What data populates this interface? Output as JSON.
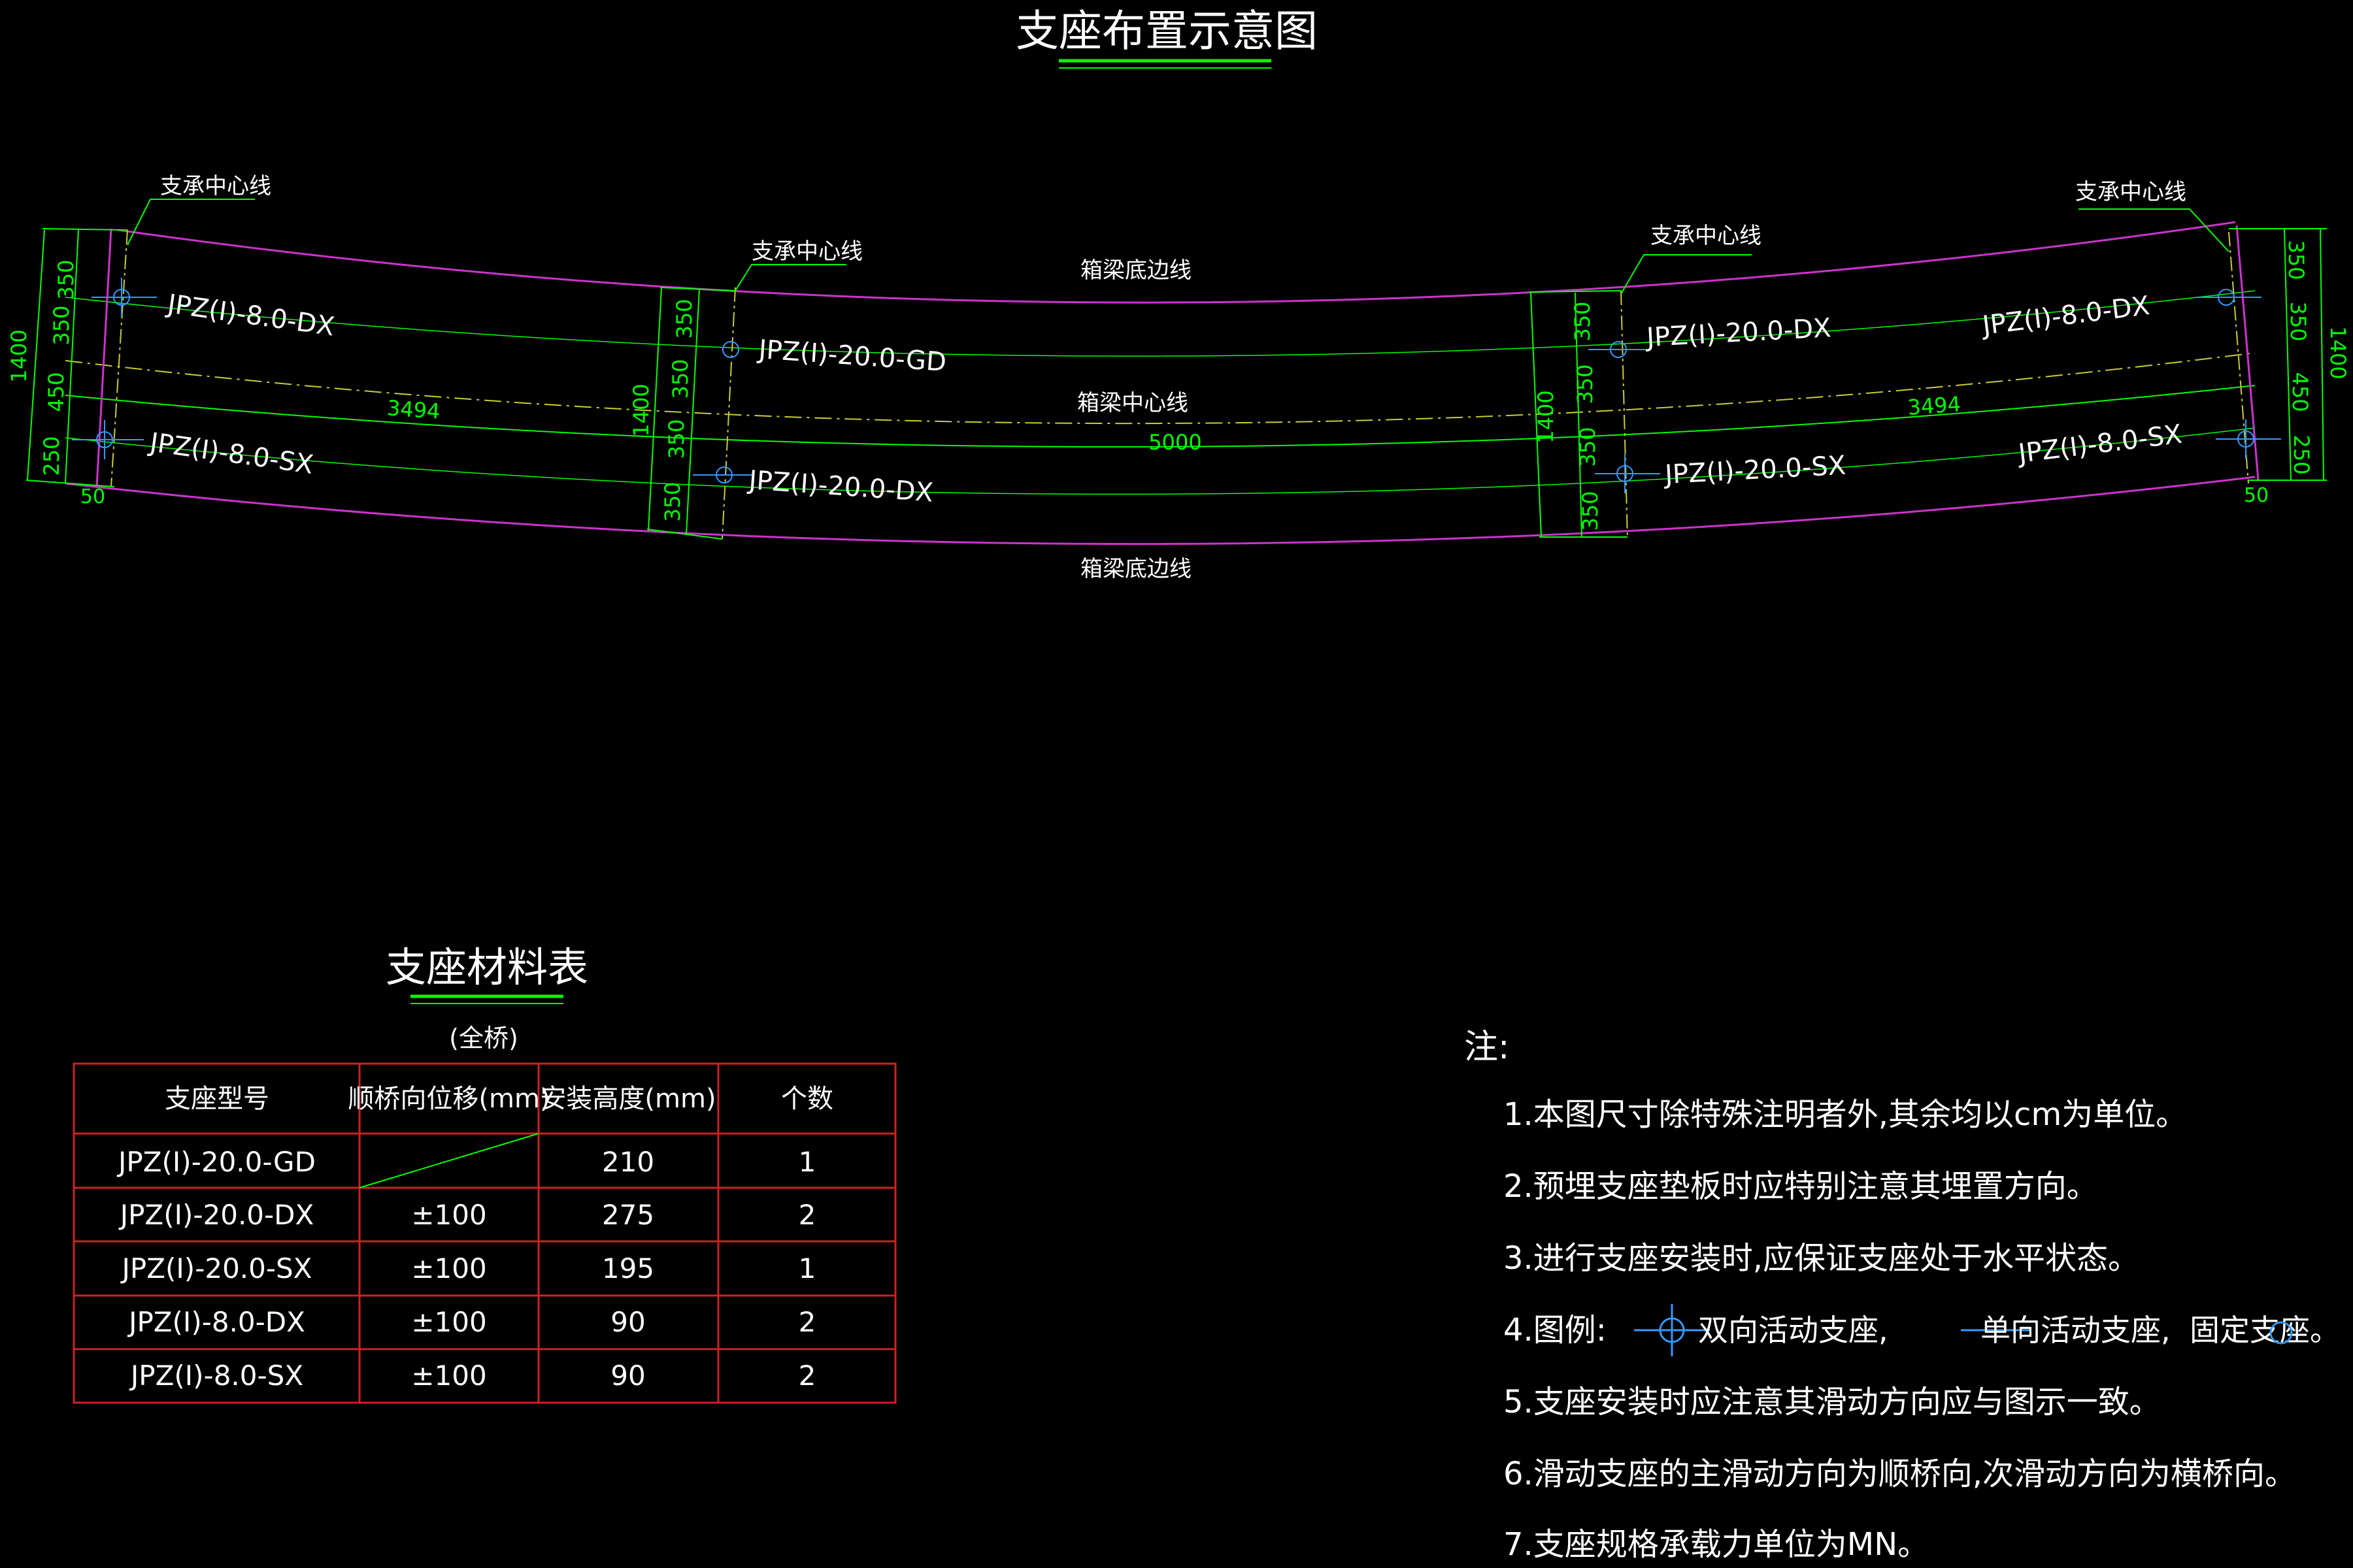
{
  "colors": {
    "background": "#000000",
    "text": "#ffffff",
    "underline": "#00ff00",
    "beam_edge": "#cc33cc",
    "centerline": "#cccc33",
    "dimension": "#00ff00",
    "table_border": "#cc2222",
    "symbol": "#3399ff"
  },
  "diagram": {
    "title": "支座布置示意图",
    "bearing_centerline_label": "支承中心线",
    "box_bottom_edge_label": "箱梁底边线",
    "box_centerline_label": "箱梁中心线",
    "bearings": {
      "left_top": "JPZ(I)-8.0-DX",
      "left_bottom": "JPZ(I)-8.0-SX",
      "mid1_top": "JPZ(I)-20.0-GD",
      "mid1_bottom": "JPZ(I)-20.0-DX",
      "mid2_top": "JPZ(I)-20.0-DX",
      "mid2_bottom": "JPZ(I)-20.0-SX",
      "right_top": "JPZ(I)-8.0-DX",
      "right_bottom": "JPZ(I)-8.0-SX"
    },
    "dims": {
      "d350": "350",
      "d450": "450",
      "d250": "250",
      "d1400": "1400",
      "d50": "50",
      "span_side": "3494",
      "span_mid": "5000"
    }
  },
  "table": {
    "title": "支座材料表",
    "subtitle": "(全桥)",
    "headers": [
      "支座型号",
      "顺桥向位移(mm)",
      "安装高度(mm)",
      "个数"
    ],
    "rows": [
      [
        "JPZ(I)-20.0-GD",
        "",
        "210",
        "1"
      ],
      [
        "JPZ(I)-20.0-DX",
        "±100",
        "275",
        "2"
      ],
      [
        "JPZ(I)-20.0-SX",
        "±100",
        "195",
        "1"
      ],
      [
        "JPZ(I)-8.0-DX",
        "±100",
        "90",
        "2"
      ],
      [
        "JPZ(I)-8.0-SX",
        "±100",
        "90",
        "2"
      ]
    ]
  },
  "notes": {
    "heading": "注:",
    "items": [
      "1.本图尺寸除特殊注明者外,其余均以cm为单位。",
      "2.预埋支座垫板时应特别注意其埋置方向。",
      "3.进行支座安装时,应保证支座处于水平状态。",
      "5.支座安装时应注意其滑动方向应与图示一致。",
      "6.滑动支座的主滑动方向为顺桥向,次滑动方向为横桥向。",
      "7.支座规格承载力单位为MN。"
    ],
    "legend_prefix": "4.图例:",
    "legend_bidirectional": "双向活动支座,",
    "legend_unidirectional": "单向活动支座,",
    "legend_fixed": "固定支座。"
  }
}
